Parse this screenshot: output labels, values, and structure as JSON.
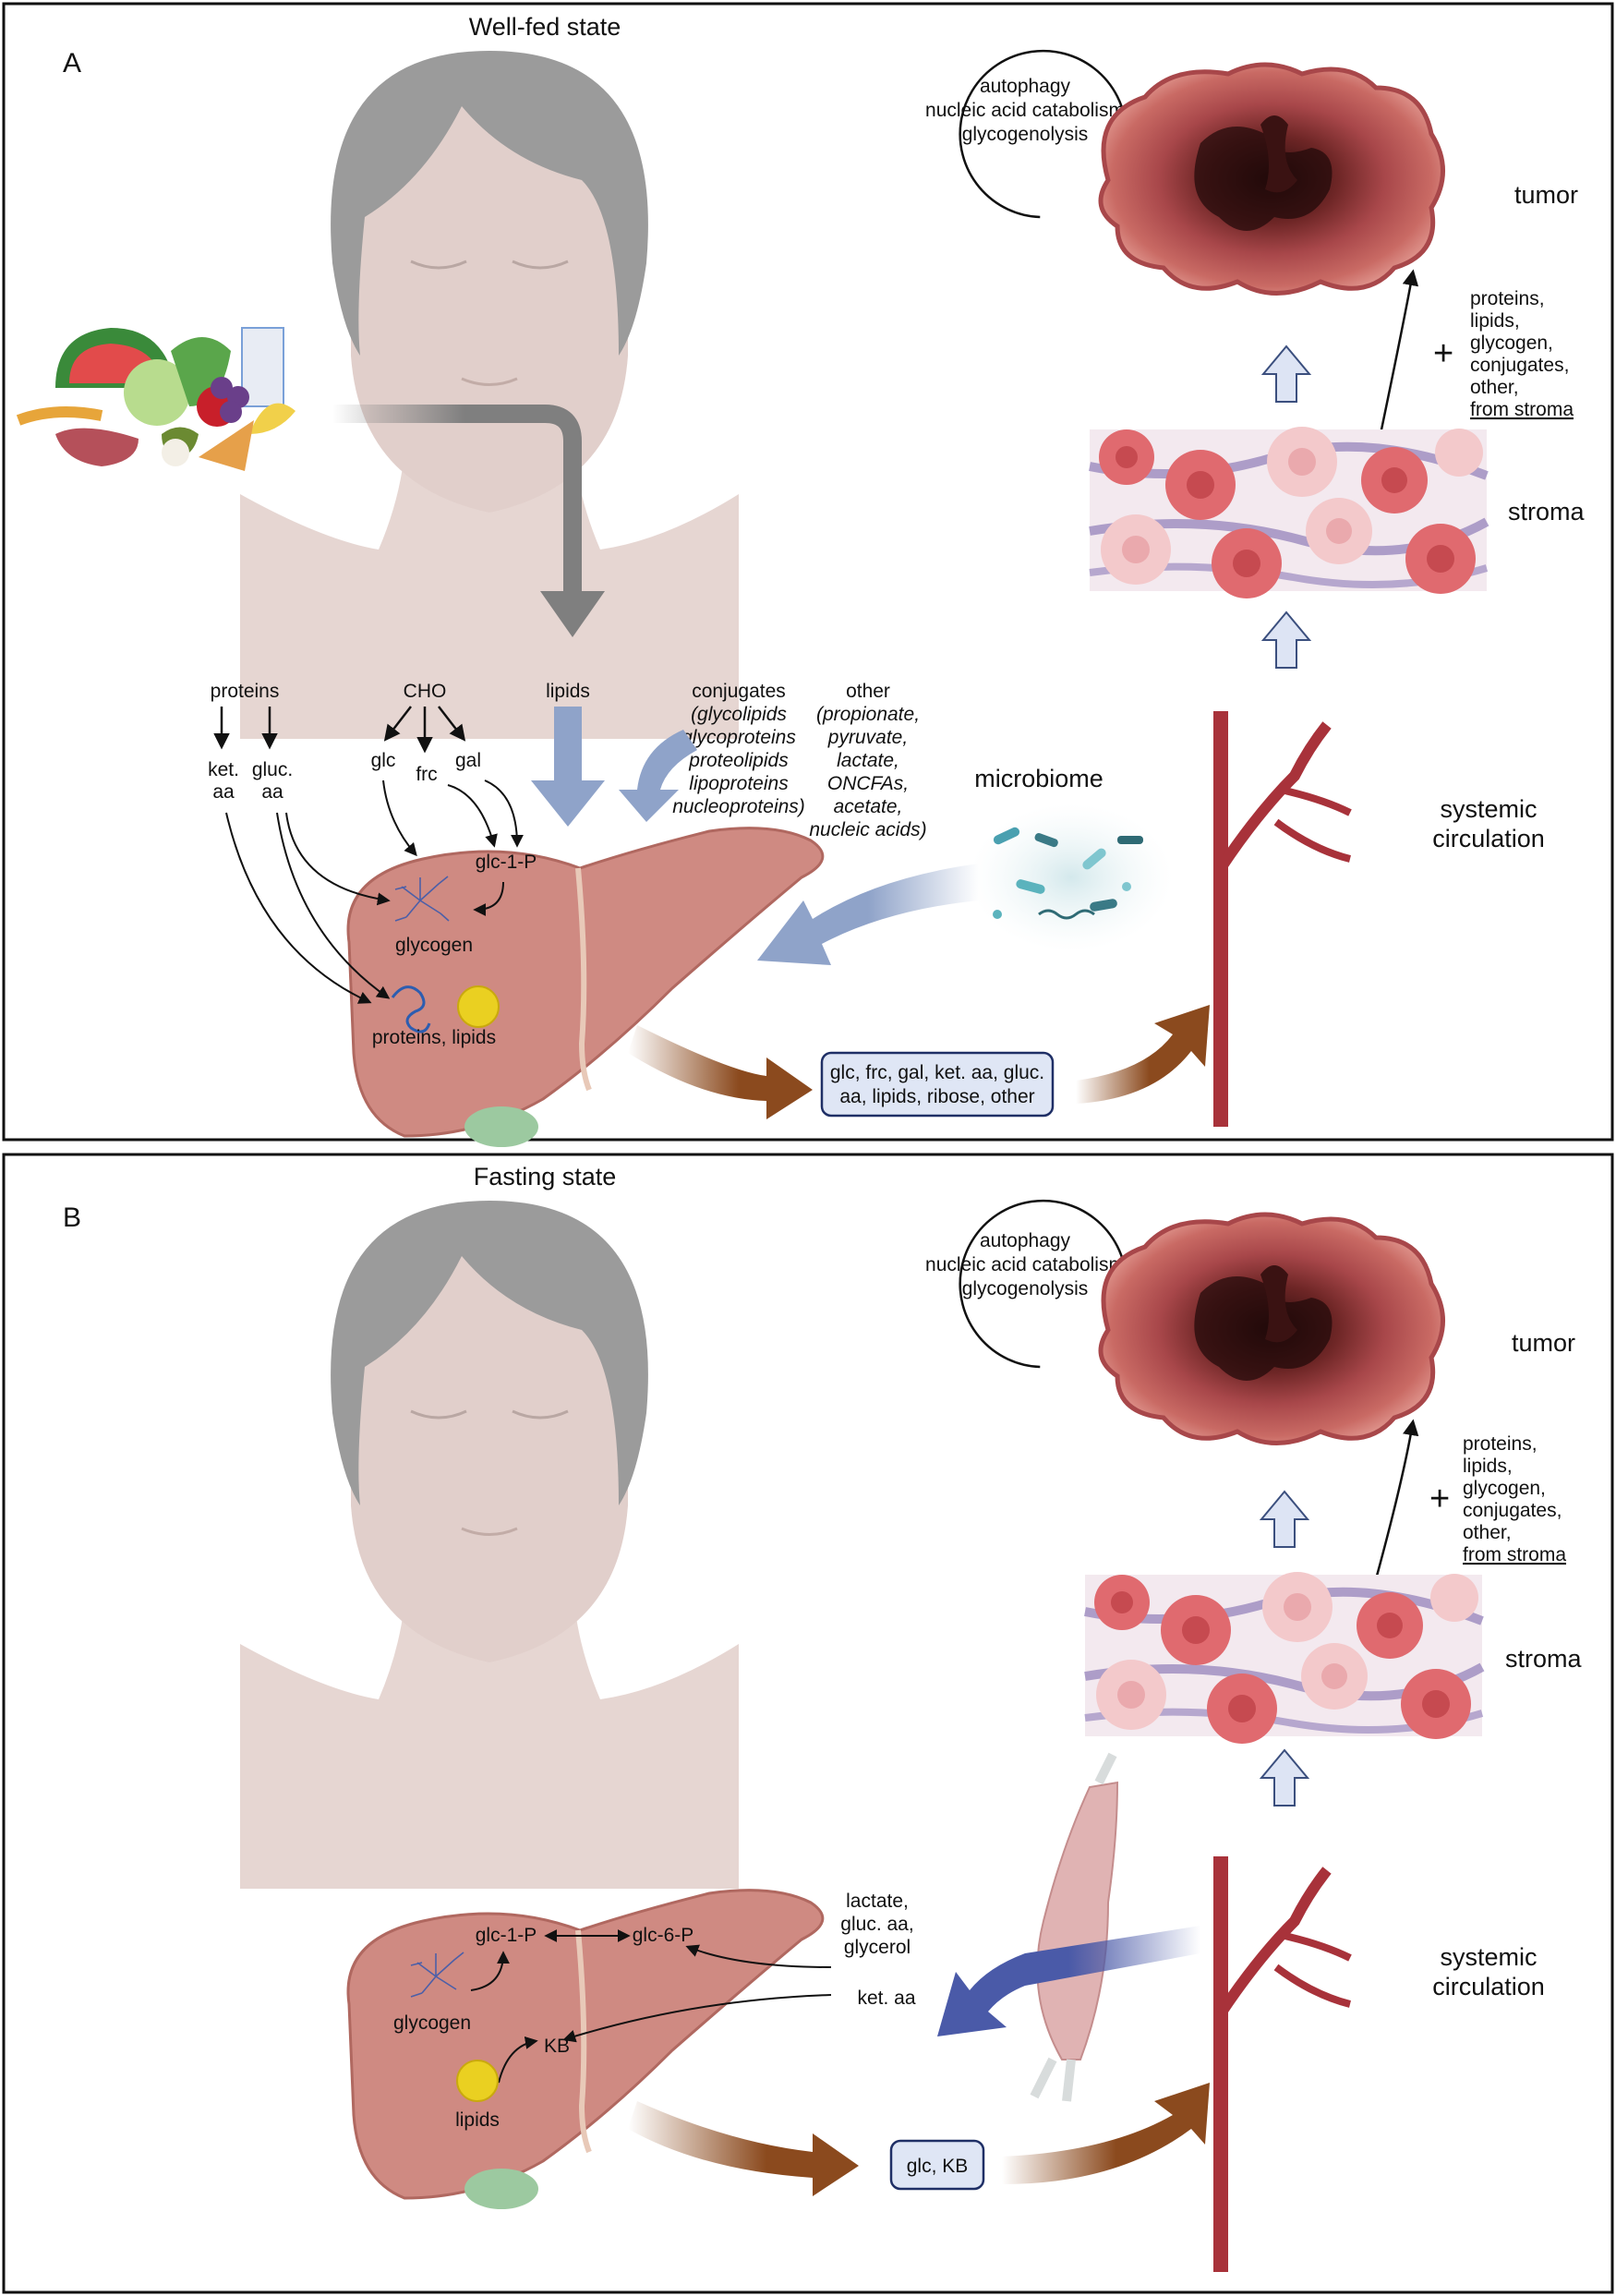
{
  "panelA": {
    "letter": "A",
    "title": "Well-fed state",
    "cycle": [
      "autophagy",
      "nucleic acid catabolism",
      "glycogenolysis"
    ],
    "tumor": "tumor",
    "stroma": "stroma",
    "systemic": [
      "systemic",
      "circulation"
    ],
    "stroma_input": [
      "proteins,",
      "lipids,",
      "glycogen,",
      "conjugates,",
      "other,"
    ],
    "stroma_input_source": "from stroma",
    "plus": "+",
    "proteins": "proteins",
    "ket_aa": [
      "ket.",
      "aa"
    ],
    "gluc_aa": [
      "gluc.",
      "aa"
    ],
    "cho": "CHO",
    "glc": "glc",
    "frc": "frc",
    "gal": "gal",
    "lipids": "lipids",
    "conjugates": [
      "conjugates",
      "(glycolipids",
      "glycoproteins",
      "proteolipids",
      "lipoproteins",
      "nucleoproteins)"
    ],
    "other": [
      "other",
      "(propionate,",
      "pyruvate,",
      "lactate,",
      "ONCFAs,",
      "acetate,",
      "nucleic acids)"
    ],
    "microbiome": "microbiome",
    "glc1p": "glc-1-P",
    "glycogen": "glycogen",
    "proteins_lipids": "proteins, lipids",
    "output_box": [
      "glc, frc, gal, ket. aa, gluc.",
      "aa, lipids, ribose, other"
    ]
  },
  "panelB": {
    "letter": "B",
    "title": "Fasting state",
    "cycle": [
      "autophagy",
      "nucleic acid catabolism",
      "glycogenolysis"
    ],
    "tumor": "tumor",
    "stroma": "stroma",
    "systemic": [
      "systemic",
      "circulation"
    ],
    "stroma_input": [
      "proteins,",
      "lipids,",
      "glycogen,",
      "conjugates,",
      "other,"
    ],
    "stroma_input_source": "from stroma",
    "plus": "+",
    "glc1p": "glc-1-P",
    "glc6p": "glc-6-P",
    "glycogen": "glycogen",
    "kb": "KB",
    "lipids": "lipids",
    "muscle_out": [
      "lactate,",
      "gluc. aa,",
      "glycerol"
    ],
    "ket_aa": "ket. aa",
    "output_box": "glc, KB"
  },
  "colors": {
    "frame": "#111111",
    "head": "#9e9e9e",
    "skin": "#e4d3cf",
    "liver": "#cf8a82",
    "liver_edge": "#a8574f",
    "vessel": "#a8323a",
    "blue_arrow": "#8fa3c9",
    "brown_arrow": "#8b4a1e",
    "box_fill": "#dfe6f5",
    "box_edge": "#1f2f66",
    "tumor": "#c4625c",
    "tumor_dark": "#4a1a1a",
    "up_arrow": "#dde4f4"
  }
}
